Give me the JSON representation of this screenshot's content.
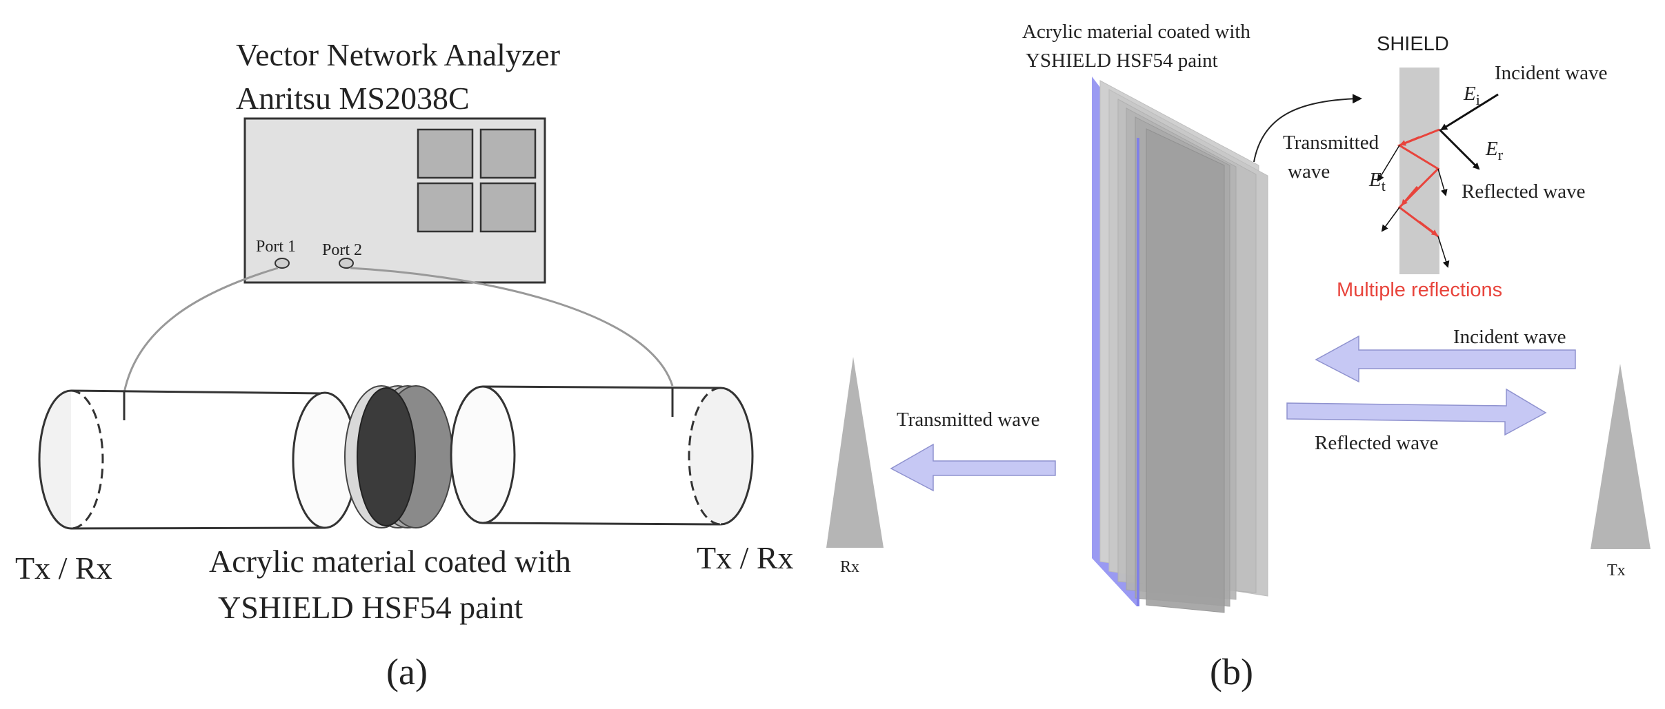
{
  "panel_a": {
    "vna_title_line1": "Vector Network Analyzer",
    "vna_title_line2": "Anritsu MS2038C",
    "port1_label": "Port 1",
    "port2_label": "Port 2",
    "left_antenna_label": "Tx / Rx",
    "right_antenna_label": "Tx / Rx",
    "sample_label_line1": "Acrylic material coated with",
    "sample_label_line2": "YSHIELD HSF54 paint",
    "caption": "(a)"
  },
  "panel_b": {
    "material_label_line1": "Acrylic material coated with",
    "material_label_line2": "YSHIELD HSF54 paint",
    "shield_title": "SHIELD",
    "inset_incident": "Incident wave",
    "inset_transmitted_line1": "Transmitted",
    "inset_transmitted_line2": "wave",
    "inset_reflected": "Reflected wave",
    "e_incident": "E",
    "e_incident_sub": "i",
    "e_reflected": "E",
    "e_reflected_sub": "r",
    "e_transmitted": "E",
    "e_transmitted_sub": "t",
    "multiple_reflections": "Multiple reflections",
    "incident_wave": "Incident wave",
    "reflected_wave": "Reflected wave",
    "transmitted_wave": "Transmitted wave",
    "rx_label": "Rx",
    "tx_label": "Tx",
    "caption": "(b)",
    "reflection_color": "#e8443c",
    "arrow_color": "#c6c8f4"
  }
}
